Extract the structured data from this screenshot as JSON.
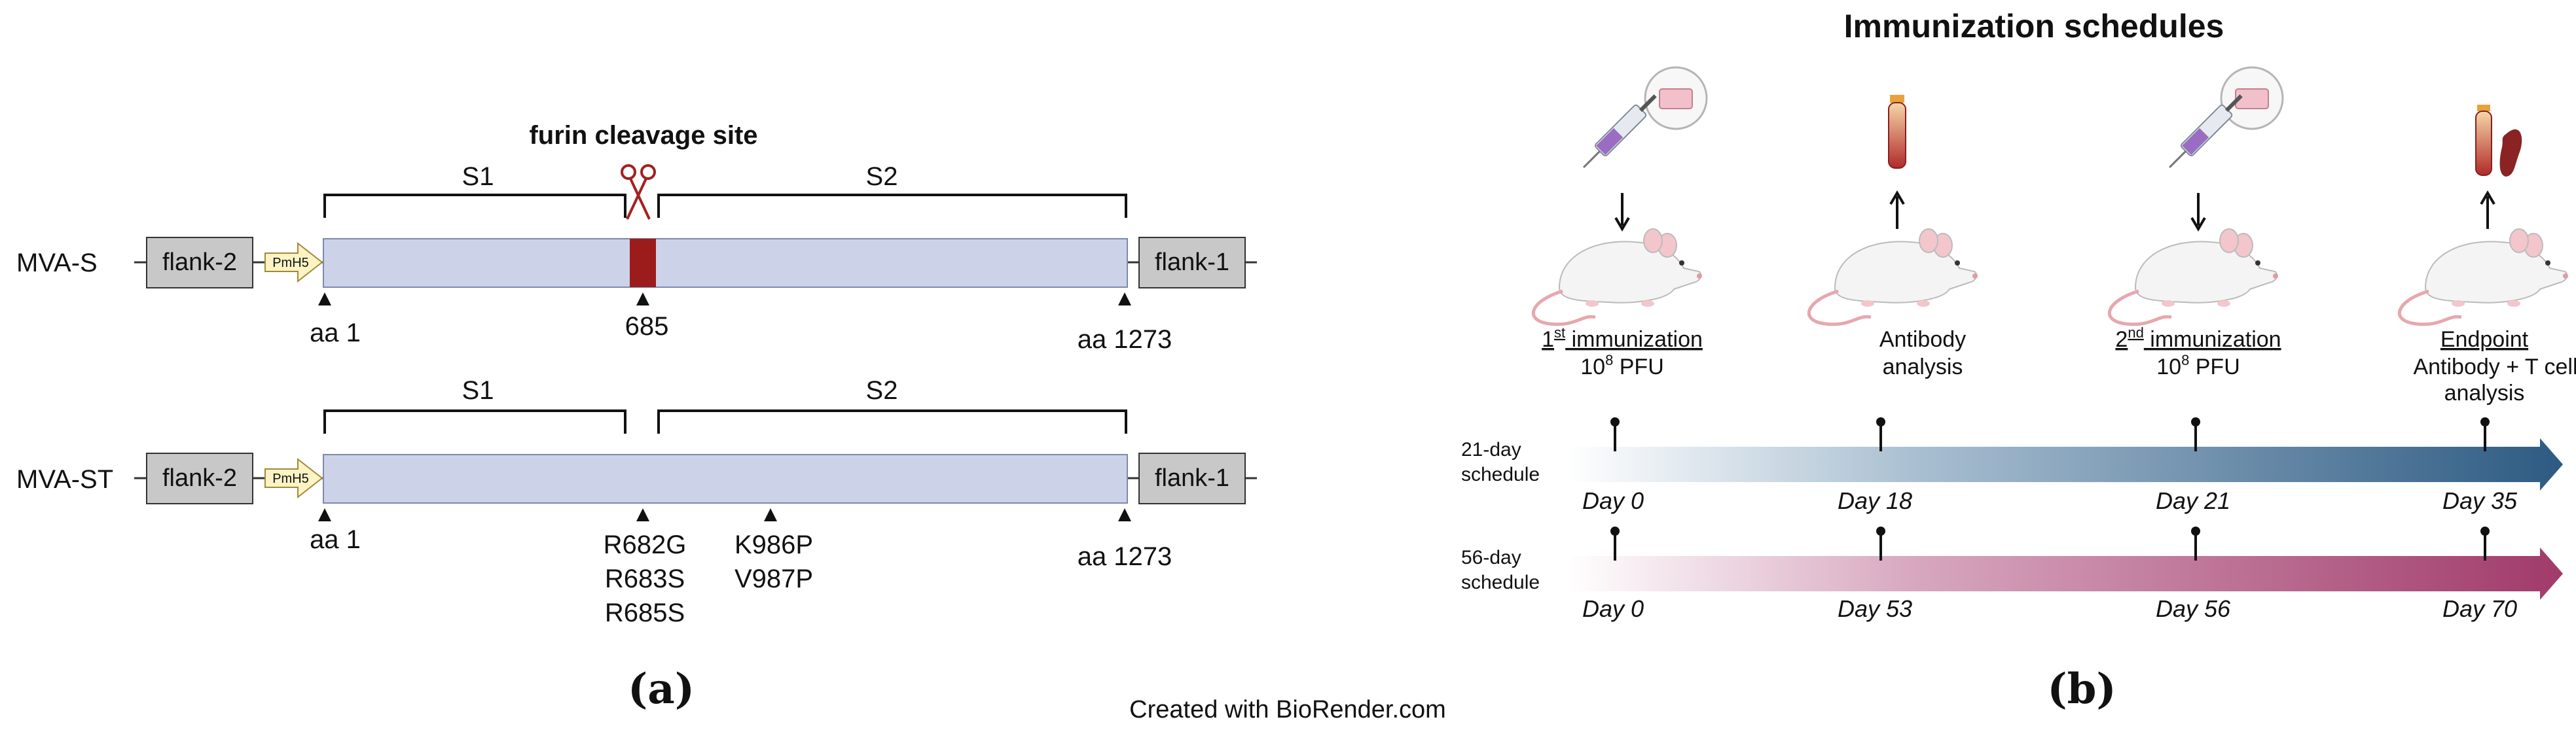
{
  "panel_a": {
    "constructs": [
      {
        "label": "MVA-S",
        "flank_left": "flank-2",
        "promoter": "PmH5",
        "flank_right": "flank-1",
        "domain_s1": "S1",
        "domain_s2": "S2",
        "furin_site_label": "furin cleavage site",
        "markers": [
          "aa 1",
          "685",
          "aa 1273"
        ]
      },
      {
        "label": "MVA-ST",
        "flank_left": "flank-2",
        "promoter": "PmH5",
        "flank_right": "flank-1",
        "domain_s1": "S1",
        "domain_s2": "S2",
        "markers": [
          "aa 1",
          "aa 1273"
        ],
        "mutations_furin": [
          "R682G",
          "R683S",
          "R685S"
        ],
        "mutations_prefusion": [
          "K986P",
          "V987P"
        ]
      }
    ],
    "caption": "(a)"
  },
  "panel_b": {
    "title": "Immunization schedules",
    "events": [
      {
        "line1": "1st immunization",
        "sup_prefix": "1",
        "sup": "st",
        "rest": " immunization",
        "line2": "10",
        "line2_sup": "8",
        "line2_rest": " PFU",
        "arrow": "down",
        "icon": "syringe-icon"
      },
      {
        "line1": "Antibody",
        "line2": "analysis",
        "arrow": "up",
        "icon": "blood-tube-icon"
      },
      {
        "line1": "2nd immunization",
        "sup_prefix": "2",
        "sup": "nd",
        "rest": " immunization",
        "line2": "10",
        "line2_sup": "8",
        "line2_rest": " PFU",
        "arrow": "down",
        "icon": "syringe-icon"
      },
      {
        "line1": "Endpoint",
        "line2": "Antibody + T cell",
        "line3": "analysis",
        "arrow": "up",
        "icon": "blood-tube-spleen-icon"
      }
    ],
    "schedules": [
      {
        "label_line1": "21-day",
        "label_line2": "schedule",
        "days": [
          "Day 0",
          "Day 18",
          "Day 21",
          "Day 35"
        ],
        "color": "#2d5a82"
      },
      {
        "label_line1": "56-day",
        "label_line2": "schedule",
        "days": [
          "Day 0",
          "Day 53",
          "Day 56",
          "Day 70"
        ],
        "color": "#a03a6a"
      }
    ],
    "caption": "(b)"
  },
  "credit": "Created with BioRender.com",
  "colors": {
    "gene_fill": "#ccd3e8",
    "flank_fill": "#c8c8c8",
    "promoter_fill": "#fdf3c4",
    "furin_red": "#9c1c1c",
    "title_red": "#a32020"
  }
}
